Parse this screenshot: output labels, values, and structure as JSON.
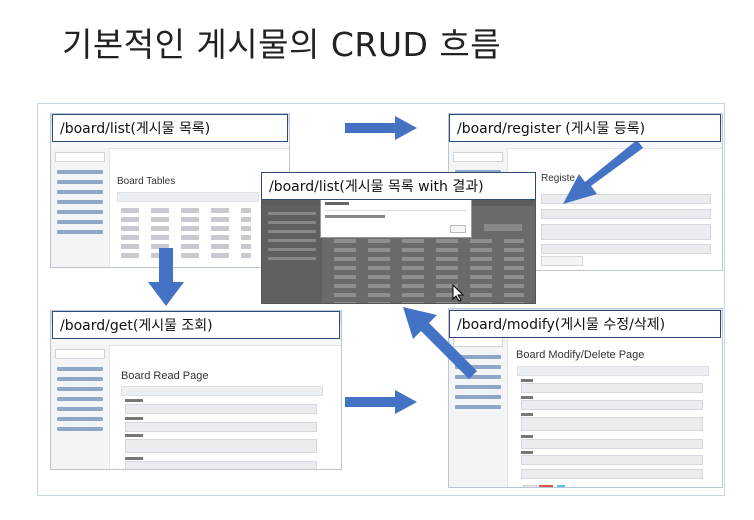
{
  "title": "기본적인 게시물의 CRUD 흐름",
  "labels": {
    "list": "/board/list(게시물 목록)",
    "register": "/board/register (게시물 등록)",
    "list_result": "/board/list(게시물 목록 with 결과)",
    "get": "/board/get(게시물 조회)",
    "modify": "/board/modify(게시물 수정/삭제)"
  },
  "screens": {
    "list_page_title": "Board Tables",
    "register_page_title": "Board Register",
    "register_title_visible": "Registe",
    "get_page_title": "Board Read Page",
    "modify_page_title": "Board Modify/Delete Page"
  },
  "arrows": [
    {
      "name": "list-to-register",
      "direction": "right"
    },
    {
      "name": "register-to-list-result",
      "direction": "down-left"
    },
    {
      "name": "list-to-get",
      "direction": "down"
    },
    {
      "name": "get-to-modify",
      "direction": "right"
    },
    {
      "name": "modify-to-list-result",
      "direction": "up-left"
    }
  ],
  "colors": {
    "arrow": "#4472c4",
    "label_border": "#2e4a78",
    "frame_border": "#c9d6e4",
    "overlay": "#6a6a6a"
  }
}
